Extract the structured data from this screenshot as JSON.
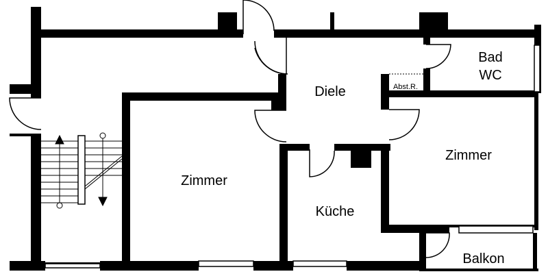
{
  "colors": {
    "wall": "#000000",
    "background": "#ffffff",
    "window": "#ffffff"
  },
  "rooms": {
    "bad_line1": "Bad",
    "bad_line2": "WC",
    "diele": "Diele",
    "abstellraum": "Abst.R.",
    "zimmer_left": "Zimmer",
    "zimmer_right": "Zimmer",
    "kueche": "Küche",
    "balkon": "Balkon"
  },
  "stairs": {
    "direction_left": "up",
    "direction_right": "down"
  }
}
